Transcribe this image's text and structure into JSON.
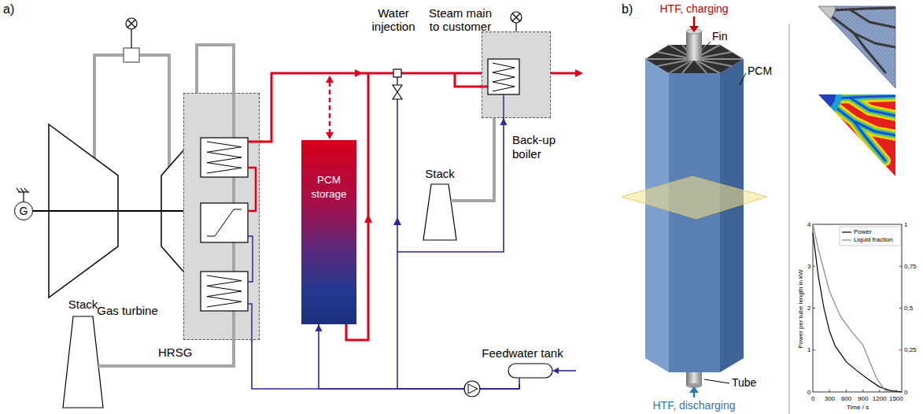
{
  "diagram": {
    "nodes": [
      {
        "text": [
          "Gas turbine"
        ]
      },
      {
        "text": [
          "G"
        ]
      },
      {
        "text": [
          "HRSG"
        ]
      },
      {
        "text": [
          "PCM storage"
        ]
      },
      {
        "text": [
          "Back-up boiler"
        ]
      },
      {
        "text": [
          "Stack"
        ]
      },
      {
        "text": [
          "Stack"
        ]
      },
      {
        "text": [
          "Feedwater tank"
        ]
      }
    ],
    "edges": [
      {
        "from": 1,
        "to": 0,
        "arrow": "none"
      },
      {
        "from": 0,
        "to": 2,
        "arrow": "none"
      },
      {
        "from": 2,
        "to": 5,
        "arrow": "none"
      },
      {
        "from": 4,
        "to": 6,
        "arrow": "none"
      },
      {
        "from": 7,
        "to": 2,
        "arrow": "none"
      },
      {
        "from": 7,
        "to": 3,
        "arrow": "to"
      },
      {
        "from": 7,
        "to": 4,
        "arrow": "to"
      }
    ],
    "labels": [
      "a)",
      "b)",
      "Water injection",
      "Steam main to customer",
      "HTF, charging",
      "Fin",
      "PCM",
      "Tube",
      "HTF, discharging",
      "Power per tube length in kW",
      "Time / s",
      "0",
      "1",
      "2",
      "3",
      "4",
      "0",
      "0,25",
      "0,5",
      "0,75",
      "1",
      "0",
      "300",
      "600",
      "900",
      "1200",
      "1500"
    ],
    "legend": [
      {
        "text": "Power"
      },
      {
        "text": "Liquid fraction"
      }
    ]
  }
}
